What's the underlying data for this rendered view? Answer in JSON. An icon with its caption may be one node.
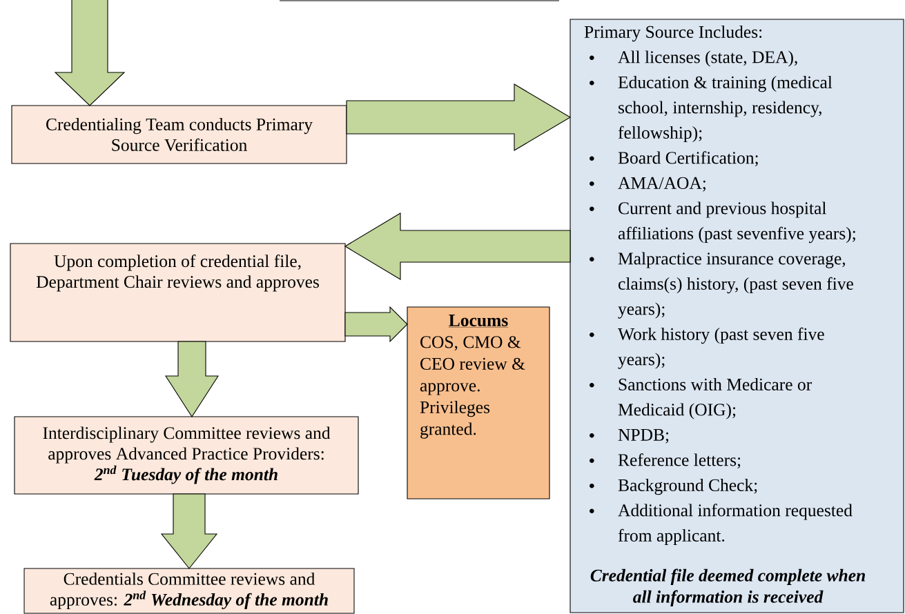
{
  "diagram": {
    "nodes": [
      {
        "text": [
          "Credentialing Team conducts Primary Source Verification"
        ]
      },
      {
        "text": [
          "Primary Source Includes:",
          "All licenses (state, DEA),",
          "Education & training (medical school, internship, residency, fellowship);",
          "Board Certification;",
          "AMA/AOA;",
          "Current and previous hospital affiliations (past sevenfive years);",
          "Malpractice insurance coverage, claims(s) history, (past seven five years);",
          "Work history (past seven five years);",
          "Sanctions with Medicare or Medicaid (OIG);",
          "NPDB;",
          "Reference letters;",
          "Background Check;",
          "Additional information requested from applicant.",
          "Credential file deemed complete when all information is received"
        ]
      },
      {
        "text": [
          "Upon completion of credential file, Department Chair reviews and approves"
        ]
      },
      {
        "text": [
          "Locums",
          "COS, CMO & CEO review & approve. Privileges granted."
        ]
      },
      {
        "text": [
          "Interdisciplinary Committee reviews and approves Advanced Practice Providers:",
          "2$^{nd}$ Tuesday of the month"
        ]
      },
      {
        "text": [
          "Credentials Committee reviews and approves:",
          "2$^{nd}$ Wednesday of the month"
        ]
      }
    ],
    "edges": [
      {
        "from": null,
        "to": 0,
        "arrow": "to"
      },
      {
        "from": 0,
        "to": 1,
        "arrow": "to"
      },
      {
        "from": 1,
        "to": 2,
        "arrow": "to"
      },
      {
        "from": 2,
        "to": 3,
        "arrow": "to"
      },
      {
        "from": 2,
        "to": 4,
        "arrow": "to"
      },
      {
        "from": 4,
        "to": 5,
        "arrow": "to"
      }
    ]
  }
}
